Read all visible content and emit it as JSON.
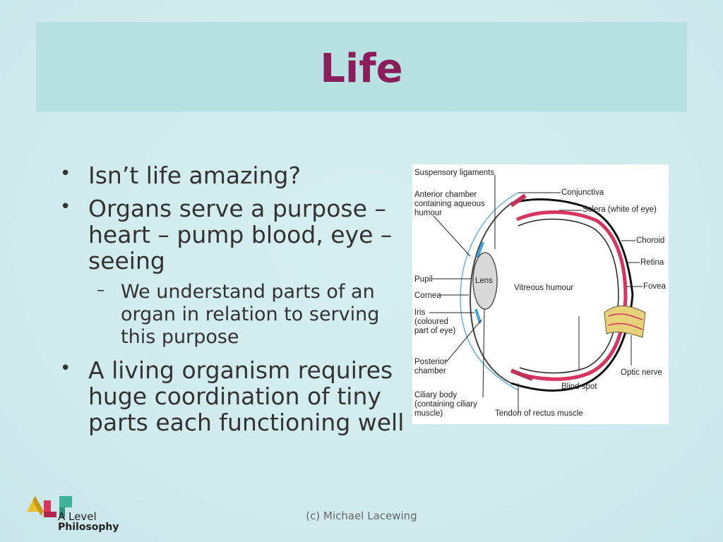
{
  "slide": {
    "title": "Life",
    "bullets": [
      "Isn’t life amazing?",
      "Organs serve a purpose – heart – pump blood, eye – seeing",
      "A living organism requires huge coordination of tiny parts each functioning well"
    ],
    "sub_bullet": "We understand parts of an organ in relation to serving this purpose",
    "footer": "(c) Michael Lacewing"
  },
  "diagram": {
    "labels": {
      "suspensory": "Suspensory ligaments",
      "anterior1": "Anterior chamber",
      "anterior2": "containing aqueous",
      "anterior3": "humour",
      "conjunctiva": "Conjunctiva",
      "sclera": "Sclera (white of eye)",
      "choroid": "Choroid",
      "retina": "Retina",
      "fovea": "Fovea",
      "pupil": "Pupil",
      "cornea": "Cornea",
      "iris1": "Iris",
      "iris2": "(coloured",
      "iris3": "part of eye)",
      "posterior1": "Posterior",
      "posterior2": "chamber",
      "ciliary1": "Ciliary body",
      "ciliary2": "(containing ciliary",
      "ciliary3": "muscle)",
      "tendon": "Tendon of rectus muscle",
      "blind": "Blind spot",
      "optic": "Optic nerve",
      "lens": "Lens",
      "vitreous": "Vitreous humour"
    }
  },
  "logo": {
    "line1": "A Level",
    "line2": "Philosophy"
  },
  "colors": {
    "title": "#8b1e5a",
    "band": "#b8e1e3",
    "retina": "#d9345f",
    "cornea": "#3ea1e0"
  }
}
